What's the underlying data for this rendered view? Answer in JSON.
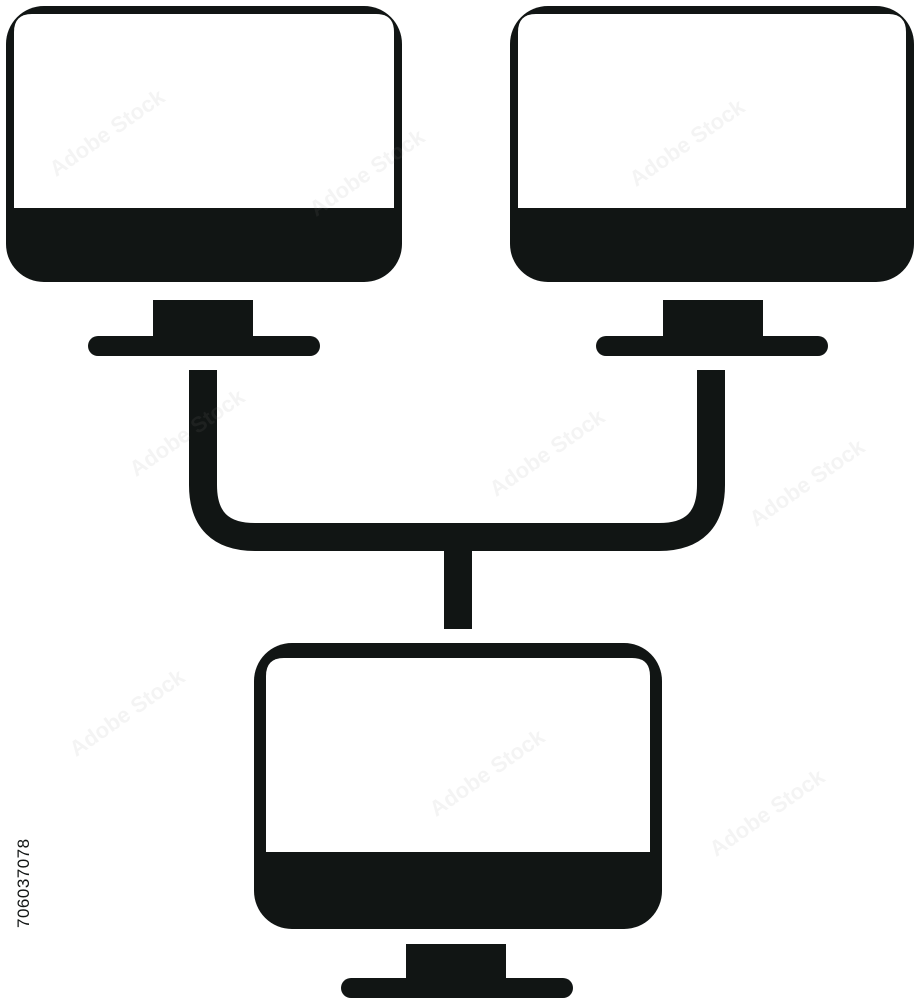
{
  "image": {
    "description_name": "network of three monitors connected icon",
    "stock_id": "706037078",
    "watermark_text": "Adobe Stock",
    "colors": {
      "ink": "#111514",
      "background": "#ffffff"
    }
  }
}
